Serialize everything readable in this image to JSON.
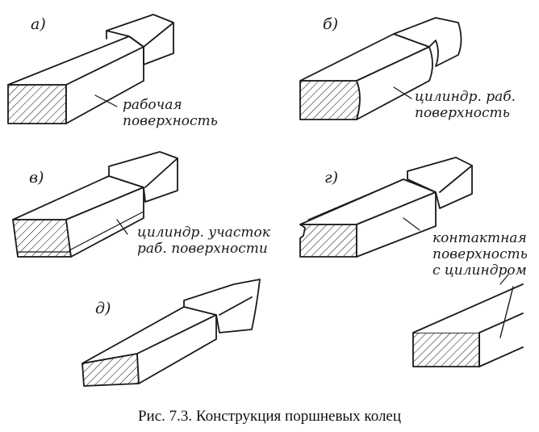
{
  "panels": {
    "a": {
      "letter": "а)",
      "label_line1": "рабочая",
      "label_line2": "поверхность"
    },
    "b": {
      "letter": "б)",
      "label_line1": "цилиндр. раб.",
      "label_line2": "поверхность"
    },
    "v": {
      "letter": "в)",
      "label_line1": "цилиндр. участок",
      "label_line2": "раб. поверхности"
    },
    "g": {
      "letter": "г)",
      "label_line1": "контактная",
      "label_line2": "поверхность",
      "label_line3": "с цилиндром"
    },
    "d": {
      "letter": "д)"
    }
  },
  "caption": "Рис. 7.3. Конструкция поршневых колец",
  "colors": {
    "ink": "#1a1a1a",
    "background": "#ffffff"
  }
}
